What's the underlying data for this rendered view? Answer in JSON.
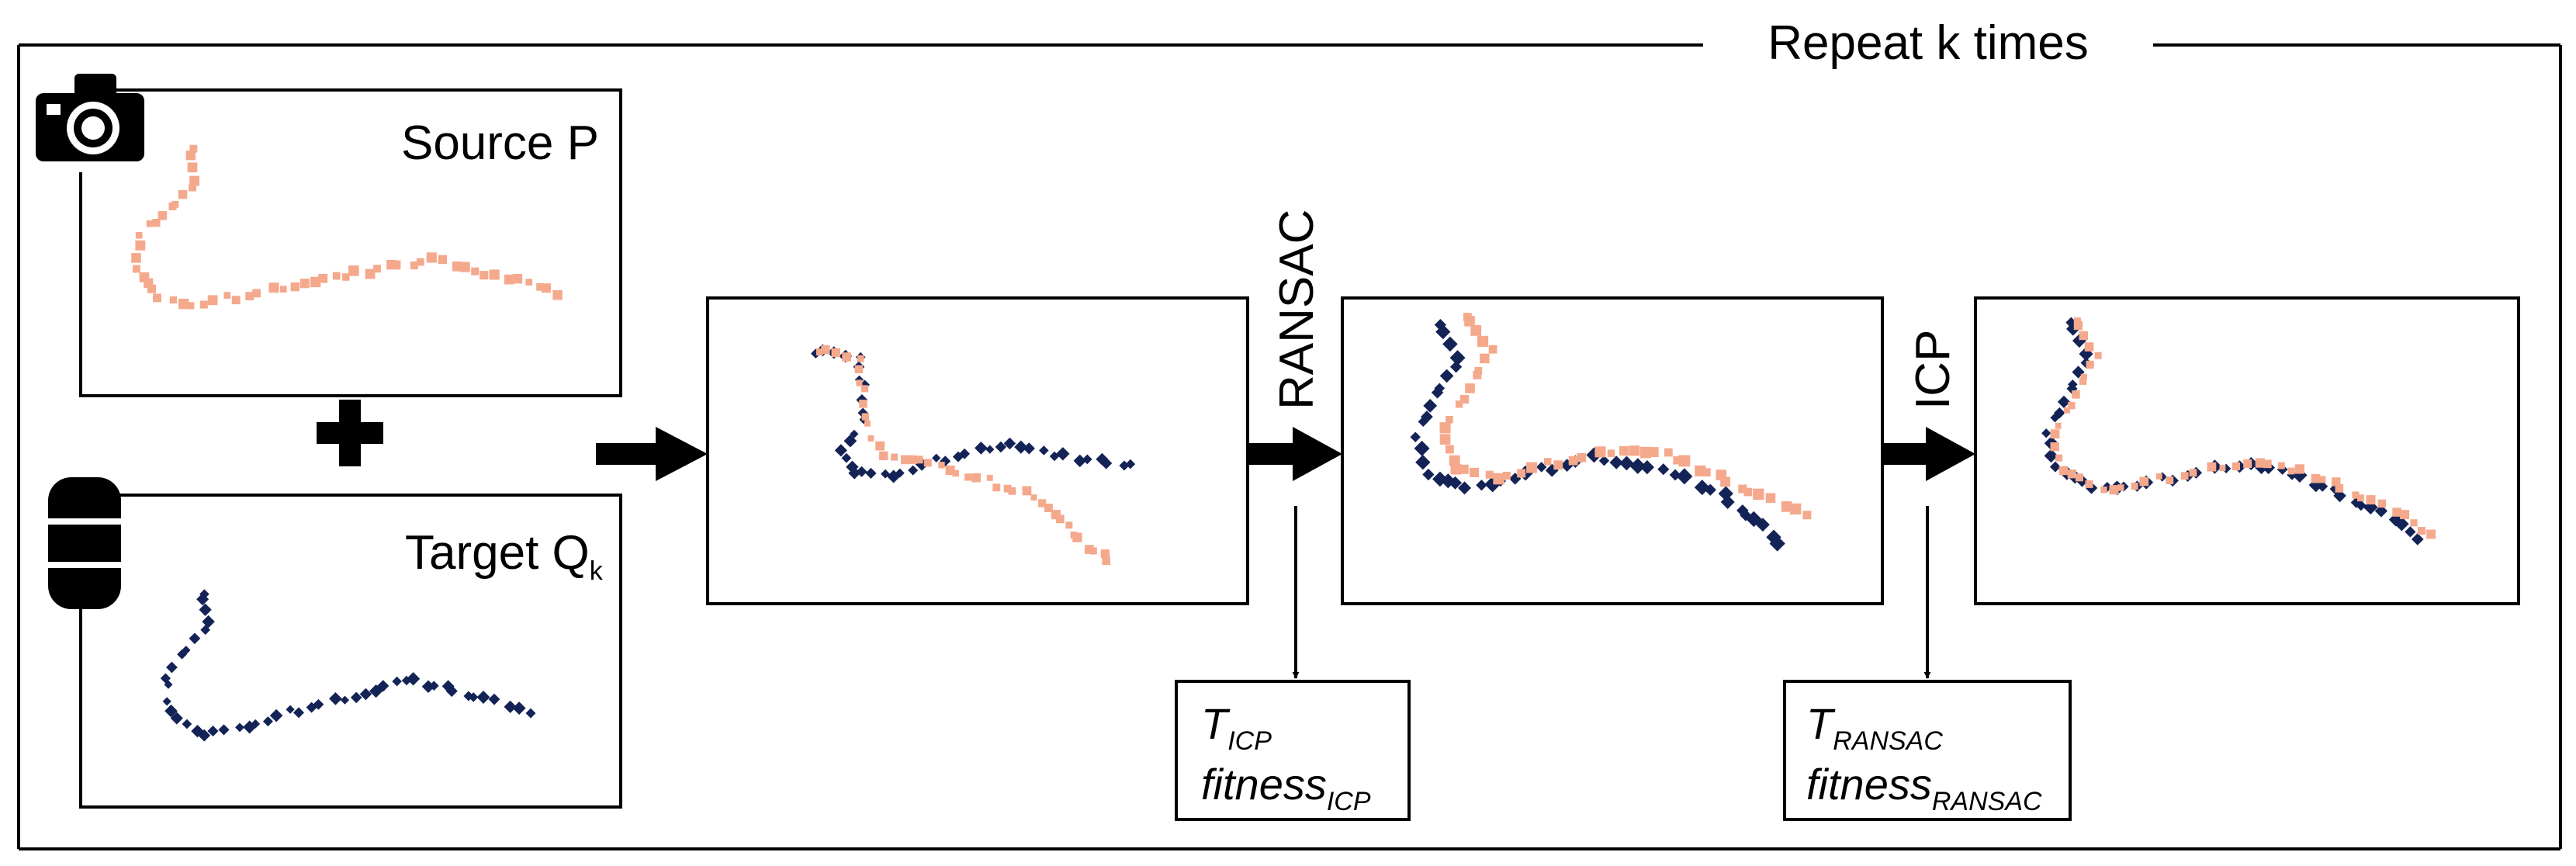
{
  "repeat_label": "Repeat k times",
  "source": {
    "label": "Source P",
    "icon": "camera-icon"
  },
  "target": {
    "label": "Target Q",
    "subscript": "k",
    "icon": "database-icon"
  },
  "plus_icon": "plus-icon",
  "steps": [
    {
      "label": "RANSAC"
    },
    {
      "label": "ICP"
    }
  ],
  "outputs": [
    {
      "line1_base": "T",
      "line1_sub": "ICP",
      "line2_base": "fitness",
      "line2_sub": "ICP"
    },
    {
      "line1_base": "T",
      "line1_sub": "RANSAC",
      "line2_base": "fitness",
      "line2_sub": "RANSAC"
    }
  ],
  "colors": {
    "source": "#F5A98C",
    "target": "#142356",
    "stroke": "#000000"
  }
}
